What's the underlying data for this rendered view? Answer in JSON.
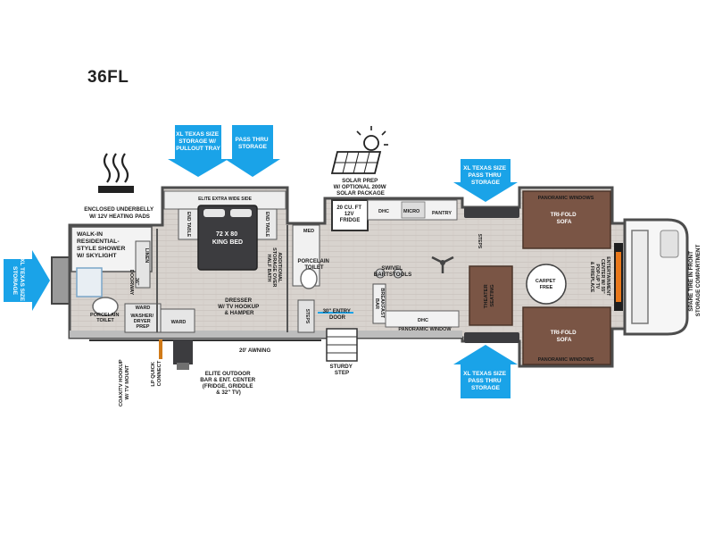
{
  "title": "36FL",
  "callouts": {
    "storage_left_1": "XL TEXAS SIZE",
    "storage_left_2": "STORAGE",
    "bedroom_storage_1": "XL TEXAS SIZE",
    "bedroom_storage_2": "STORAGE W/",
    "bedroom_storage_3": "PULLOUT TRAY",
    "pass_thru_1": "PASS THRU",
    "pass_thru_2": "STORAGE",
    "kitchen_storage_1": "XL TEXAS SIZE",
    "kitchen_storage_2": "PASS THRU",
    "kitchen_storage_3": "STORAGE",
    "living_storage_1": "XL TEXAS SIZE",
    "living_storage_2": "PASS THRU",
    "living_storage_3": "STORAGE"
  },
  "labels": {
    "underbelly_1": "ENCLOSED UNDERBELLY",
    "underbelly_2": "W/ 12V HEATING PADS",
    "solar_1": "SOLAR PREP",
    "solar_2": "W/ OPTIONAL 200W",
    "solar_3": "SOLAR PACKAGE",
    "shower_1": "WALK-IN",
    "shower_2": "RESIDENTIAL-",
    "shower_3": "STYLE SHOWER",
    "shower_4": "W/ SKYLIGHT",
    "linen": "LINEN",
    "doorway_1": "36\"",
    "doorway_2": "DOORWAY",
    "porcelain_toilet_bath_1": "PORCELAIN",
    "porcelain_toilet_bath_2": "TOILET",
    "ward_1": "WARD",
    "washer_1": "WASHER/",
    "washer_2": "DRYER",
    "washer_3": "PREP",
    "ward_2": "WARD",
    "elite_side": "ELITE EXTRA WIDE SIDE",
    "end_table_l": "END TABLE",
    "end_table_r": "END TABLE",
    "bed_1": "72 X 80",
    "bed_2": "KING BED",
    "dresser_1": "DRESSER",
    "dresser_2": "W/ TV HOOKUP",
    "dresser_3": "& HAMPER",
    "addl_1": "ADDITIONAL",
    "addl_2": "STORAGE OVER",
    "addl_3": "HALF BATH",
    "med": "MED",
    "half_toilet_1": "PORCELAIN",
    "half_toilet_2": "TOILET",
    "steps_1": "STEPS",
    "entry_1": "30\" ENTRY",
    "entry_2": "DOOR",
    "awning": "20' AWNING",
    "sturdy_1": "STURDY",
    "sturdy_2": "STEP",
    "fridge_1": "20 CU. FT",
    "fridge_2": "12V",
    "fridge_3": "FRIDGE",
    "dhc_1": "DHC",
    "micro": "MICRO",
    "pantry": "PANTRY",
    "swivel_1": "SWIVEL",
    "swivel_2": "BARTSTOOLS",
    "breakfast_1": "BREAKFAST",
    "breakfast_2": "BAR",
    "dhc_2": "DHC",
    "panoramic_bottom": "PANORAMIC WINDOW",
    "steps_2": "STEPS",
    "theater_1": "THEATER",
    "theater_2": "SEATING",
    "panoramic_top": "PANORAMIC WINDOWS",
    "sofa_top_1": "TRI-FOLD",
    "sofa_top_2": "SOFA",
    "sofa_bot_1": "TRI-FOLD",
    "sofa_bot_2": "SOFA",
    "panoramic_bot": "PANORAMIC WINDOWS",
    "carpet_1": "CARPET",
    "carpet_2": "FREE",
    "ent_1": "ENTERTAINMENT",
    "ent_2": "CENTER W/ 55\"",
    "ent_3": "POP-UP TV",
    "ent_4": "& FIREPLACE",
    "spare_1": "SPARE TIRE IN FRONT",
    "spare_2": "STORAGE COMPARTMENT",
    "coax_1": "COAX/TV HOOKUP",
    "coax_2": "W/ TV MOUNT",
    "lp_1": "LP QUICK",
    "lp_2": "CONNECT",
    "outdoor_1": "ELITE OUTDOOR",
    "outdoor_2": "BAR & ENT. CENTER",
    "outdoor_3": "(FRIDGE, GRIDDLE",
    "outdoor_4": "& 32\" TV)"
  },
  "colors": {
    "callout": "#1aa3e8",
    "floor": "#d9d4cf",
    "wall": "#5a5a5a",
    "sofa": "#7a5545",
    "bed": "#3d3d40",
    "counter": "#f2f2f2"
  },
  "icons": [
    "heat-icon",
    "solar-panel-icon",
    "ceiling-fan-icon",
    "carpet-free-icon",
    "fireplace-icon"
  ]
}
